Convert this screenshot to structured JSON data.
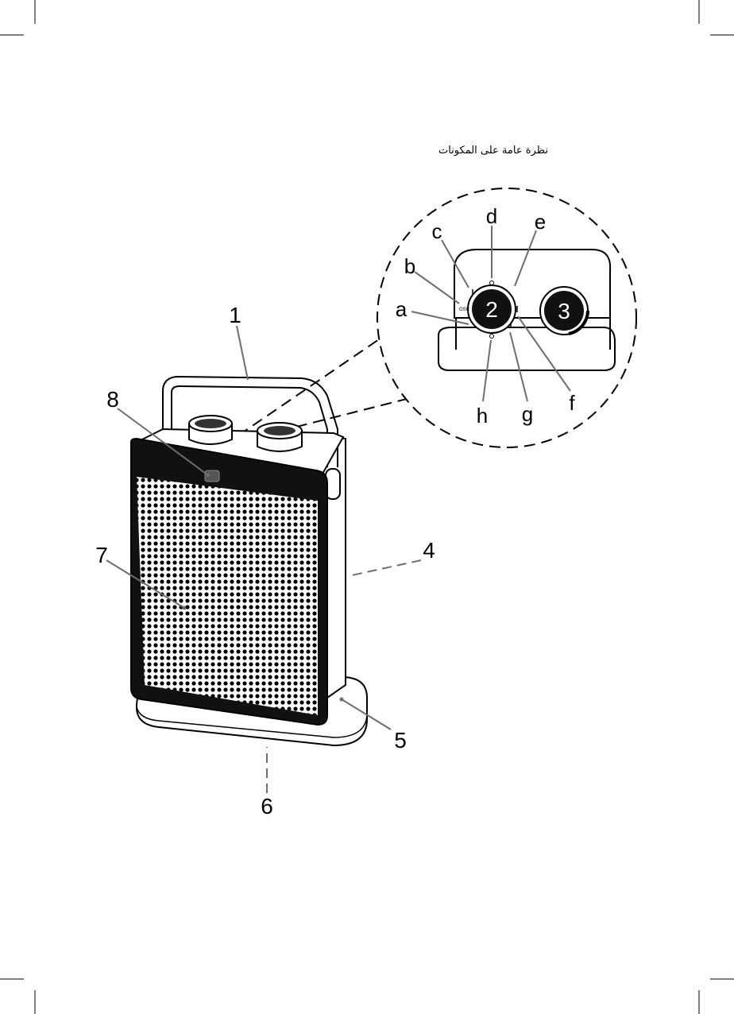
{
  "title": "نظرة عامة على المكونات",
  "callouts": {
    "handle": "1",
    "side_panel": "4",
    "base": "5",
    "bottom": "6",
    "grille": "7",
    "indicator_light": "8"
  },
  "knob_labels": {
    "mode_knob": "2",
    "thermostat_knob": "3"
  },
  "detail_letters": [
    "a",
    "b",
    "c",
    "d",
    "e",
    "f",
    "g",
    "h"
  ],
  "dial_markings": {
    "osc": "OSC"
  },
  "colors": {
    "ink": "#000000",
    "leader": "#6e6e6e",
    "body": "#ffffff"
  }
}
